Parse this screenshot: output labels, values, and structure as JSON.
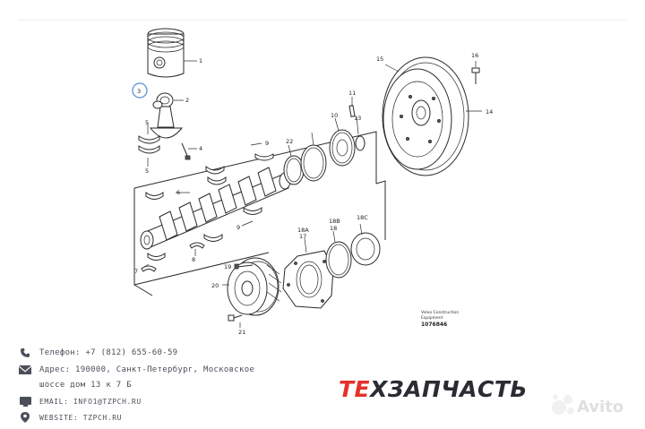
{
  "diagram": {
    "part_numbers": [
      "1",
      "2",
      "3",
      "4",
      "5",
      "5",
      "6",
      "7",
      "8",
      "9",
      "9",
      "10",
      "11",
      "13",
      "14",
      "15",
      "16",
      "17",
      "18",
      "18A",
      "18B",
      "18C",
      "19",
      "20",
      "21",
      "22"
    ],
    "caption": {
      "line1": "Volvo Construction",
      "line2": "Equipment",
      "code": "1076846"
    }
  },
  "contacts": {
    "phone": "Телефон: +7 (812) 655-60-59",
    "address_line1": "Адрес: 190000, Санкт-Петербург, Московское",
    "address_line2": "шоссе дом 13 к 7 Б",
    "email": "EMAIL: INFO1@TZPCH.RU",
    "website": "WEBSITE: TZPCH.RU"
  },
  "brand": {
    "te": "ТЕ",
    "x": "Х",
    "rest": "ЗАПЧАСТЬ",
    "watermark": "Avito"
  },
  "colors": {
    "brand_red": "#e5312b",
    "brand_dark": "#2b2b33",
    "contact_text": "#4a4f5a",
    "highlight_circle": "#5b8fd6"
  },
  "icons": [
    "phone-icon",
    "mail-icon",
    "location-icon",
    "email-icon",
    "pin-icon",
    "avito-logo-icon"
  ]
}
